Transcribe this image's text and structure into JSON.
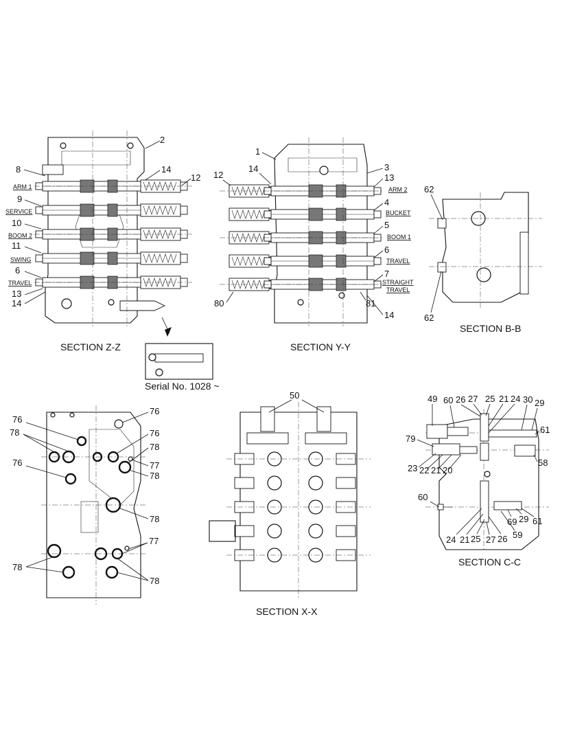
{
  "sections": {
    "zz": {
      "title": "SECTION  Z-Z",
      "functions": [
        "ARM 1",
        "SERVICE",
        "BOOM 2",
        "SWING",
        "TRAVEL"
      ],
      "callouts": [
        "2",
        "8",
        "14",
        "12",
        "9",
        "10",
        "11",
        "6",
        "13",
        "14"
      ],
      "inset_caption": "Serial No. 1028 ~"
    },
    "yy": {
      "title": "SECTION  Y-Y",
      "functions": [
        "ARM 2",
        "BUCKET",
        "BOOM 1",
        "TRAVEL",
        "STRAIGHT",
        "TRAVEL"
      ],
      "callouts": [
        "1",
        "3",
        "13",
        "14",
        "12",
        "4",
        "5",
        "6",
        "7",
        "80",
        "81",
        "14"
      ]
    },
    "bb": {
      "title": "SECTION  B-B",
      "callouts": [
        "62",
        "62"
      ]
    },
    "xx": {
      "title": "SECTION  X-X",
      "callouts": [
        "50"
      ]
    },
    "left_lower": {
      "callouts": [
        "76",
        "76",
        "78",
        "76",
        "78",
        "77",
        "76",
        "78",
        "78",
        "77",
        "78",
        "78"
      ]
    },
    "cc": {
      "title": "SECTION  C-C",
      "callouts": [
        "49",
        "60",
        "26",
        "27",
        "25",
        "21",
        "24",
        "30",
        "29",
        "79",
        "61",
        "23",
        "22",
        "21",
        "20",
        "58",
        "60",
        "29",
        "61",
        "69",
        "24",
        "21",
        "25",
        "27",
        "26",
        "59"
      ]
    }
  }
}
